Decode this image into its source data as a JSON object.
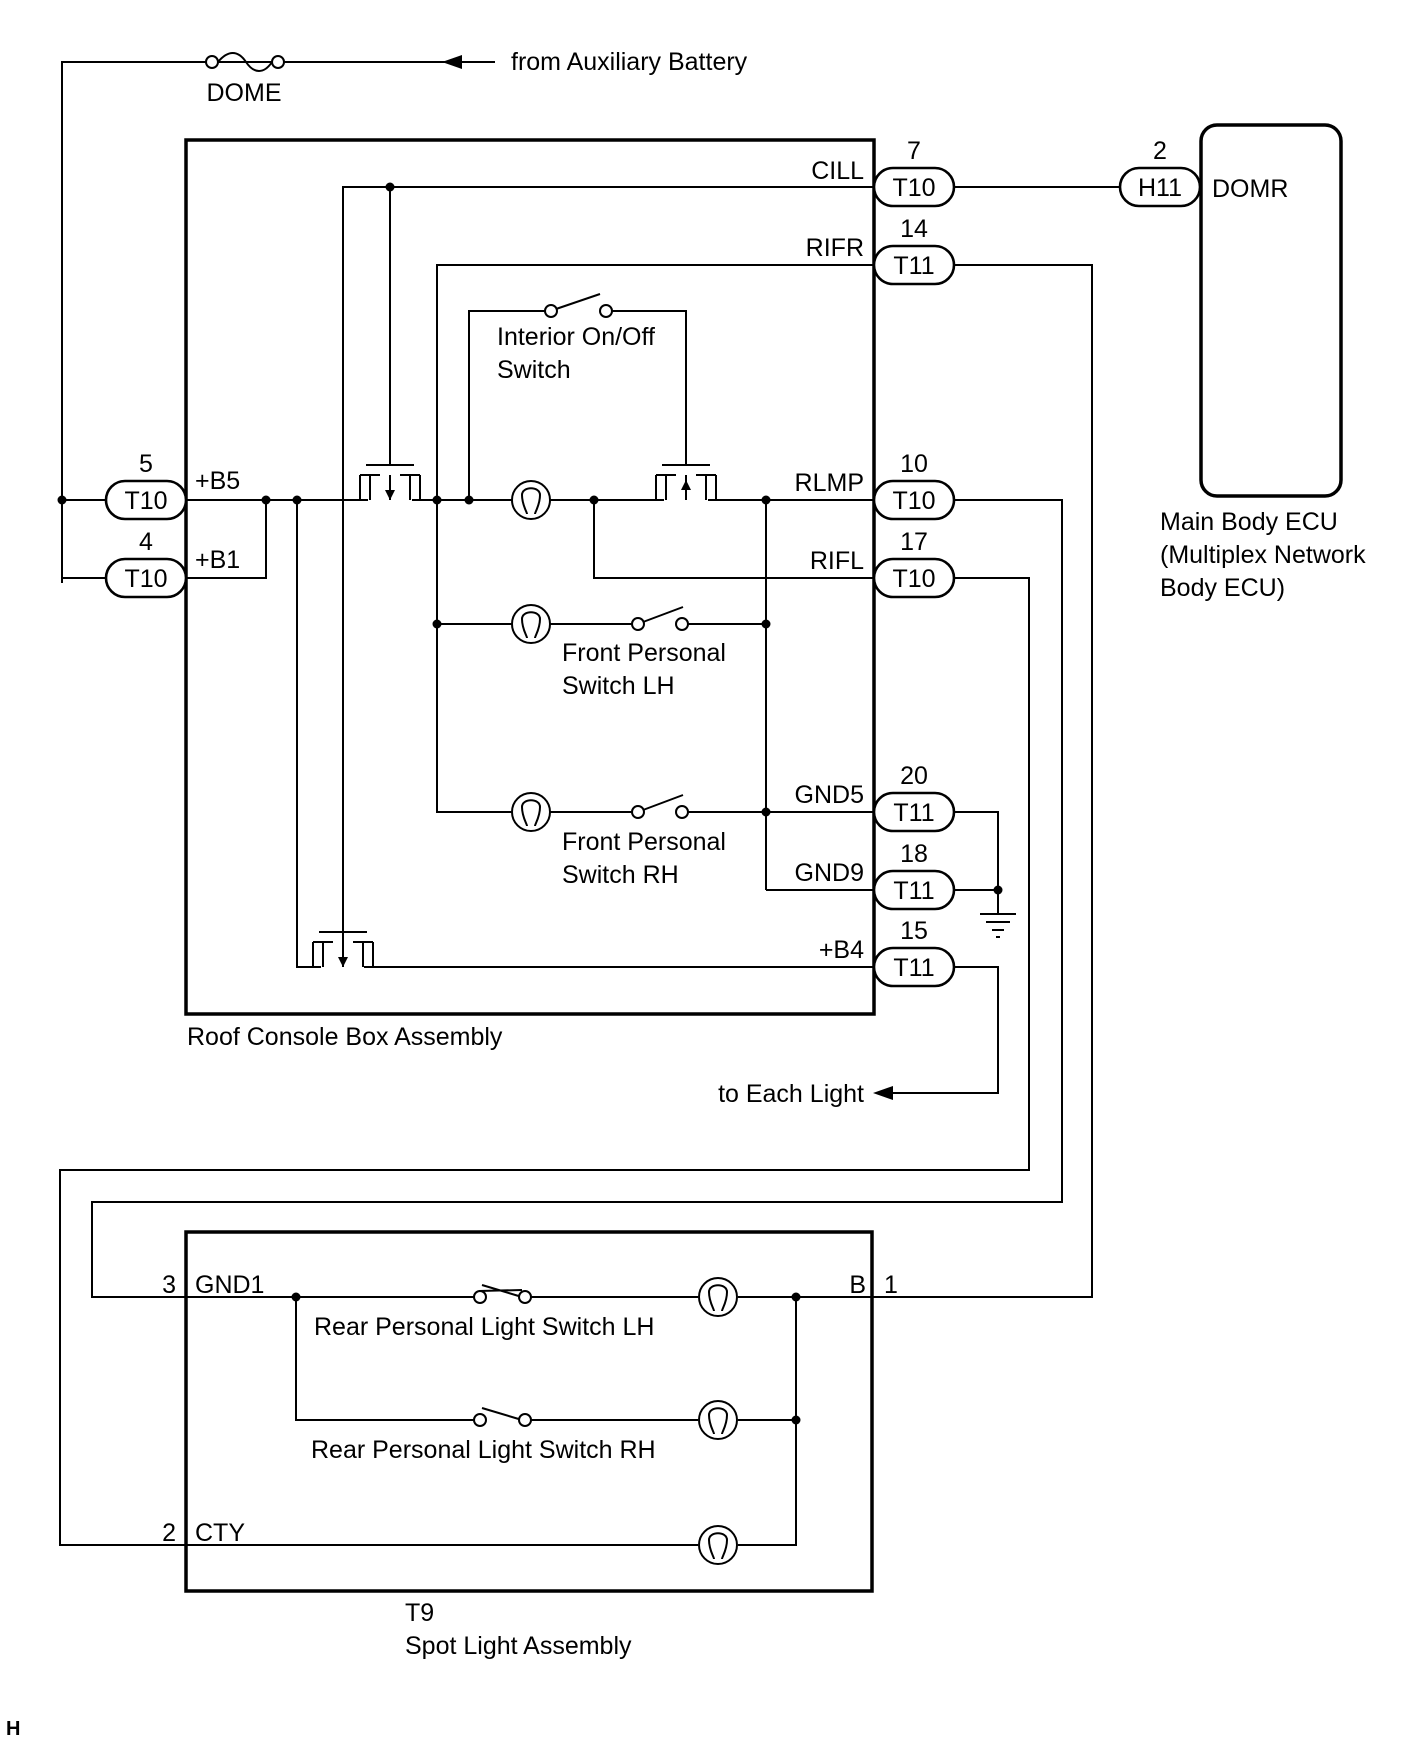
{
  "top": {
    "fuse_label": "DOME",
    "source_label": "from Auxiliary Battery"
  },
  "roof_console": {
    "label": "Roof Console Box Assembly",
    "interior_switch": [
      "Interior On/Off",
      "Switch"
    ],
    "front_lh_switch": [
      "Front Personal",
      "Switch LH"
    ],
    "front_rh_switch": [
      "Front Personal",
      "Switch RH"
    ],
    "terminals_left": [
      {
        "pin": "5",
        "connector": "T10",
        "name": "+B5"
      },
      {
        "pin": "4",
        "connector": "T10",
        "name": "+B1"
      }
    ],
    "terminals_right": [
      {
        "pin": "7",
        "connector": "T10",
        "name": "CILL"
      },
      {
        "pin": "14",
        "connector": "T11",
        "name": "RIFR"
      },
      {
        "pin": "10",
        "connector": "T10",
        "name": "RLMP"
      },
      {
        "pin": "17",
        "connector": "T10",
        "name": "RIFL"
      },
      {
        "pin": "20",
        "connector": "T11",
        "name": "GND5"
      },
      {
        "pin": "18",
        "connector": "T11",
        "name": "GND9"
      },
      {
        "pin": "15",
        "connector": "T11",
        "name": "+B4"
      }
    ]
  },
  "ecu": {
    "pin": "2",
    "connector": "H11",
    "terminal": "DOMR",
    "label": [
      "Main Body ECU",
      "(Multiplex Network",
      "Body ECU)"
    ]
  },
  "to_each_light": "to Each Light",
  "spot_light": {
    "connector_label": "T9",
    "label": "Spot Light Assembly",
    "terminals": [
      {
        "pin": "3",
        "name": "GND1"
      },
      {
        "pin": "2",
        "name": "CTY"
      },
      {
        "pin": "1",
        "name": "B"
      }
    ],
    "rear_lh_switch": "Rear Personal Light Switch LH",
    "rear_rh_switch": "Rear Personal Light Switch RH"
  },
  "footer": {
    "mark": "H"
  }
}
